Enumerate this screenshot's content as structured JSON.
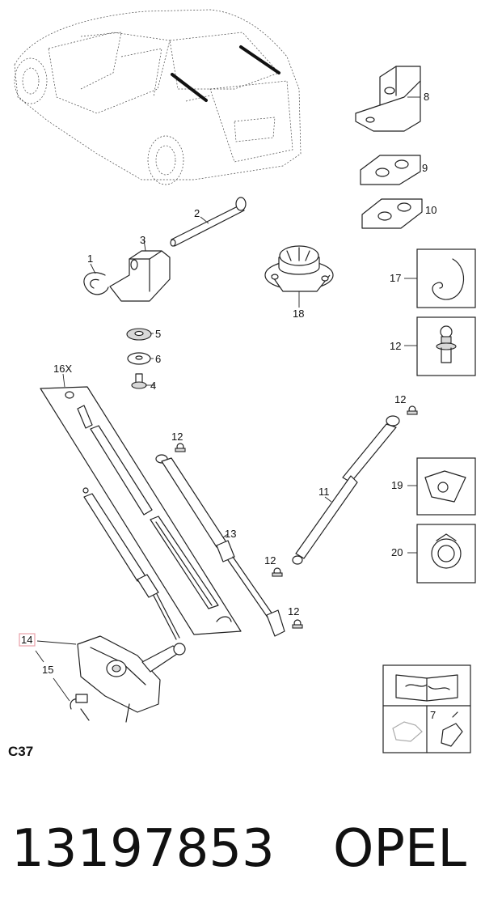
{
  "callouts": {
    "c1": "1",
    "c2": "2",
    "c3": "3",
    "c4": "4",
    "c5": "5",
    "c6": "6",
    "c7": "7",
    "c8": "8",
    "c9": "9",
    "c10": "10",
    "c11": "11",
    "c12a": "12",
    "c12b": "12",
    "c12c": "12",
    "c12d": "12",
    "c12e": "12",
    "c13": "13",
    "c14": "14",
    "c15": "15",
    "c16": "16X",
    "c17": "17",
    "c18": "18",
    "c19": "19",
    "c20": "20"
  },
  "section_code": "C37",
  "part_number": "13197853",
  "brand": "OPEL",
  "highlight_color": "#e8a0a8"
}
